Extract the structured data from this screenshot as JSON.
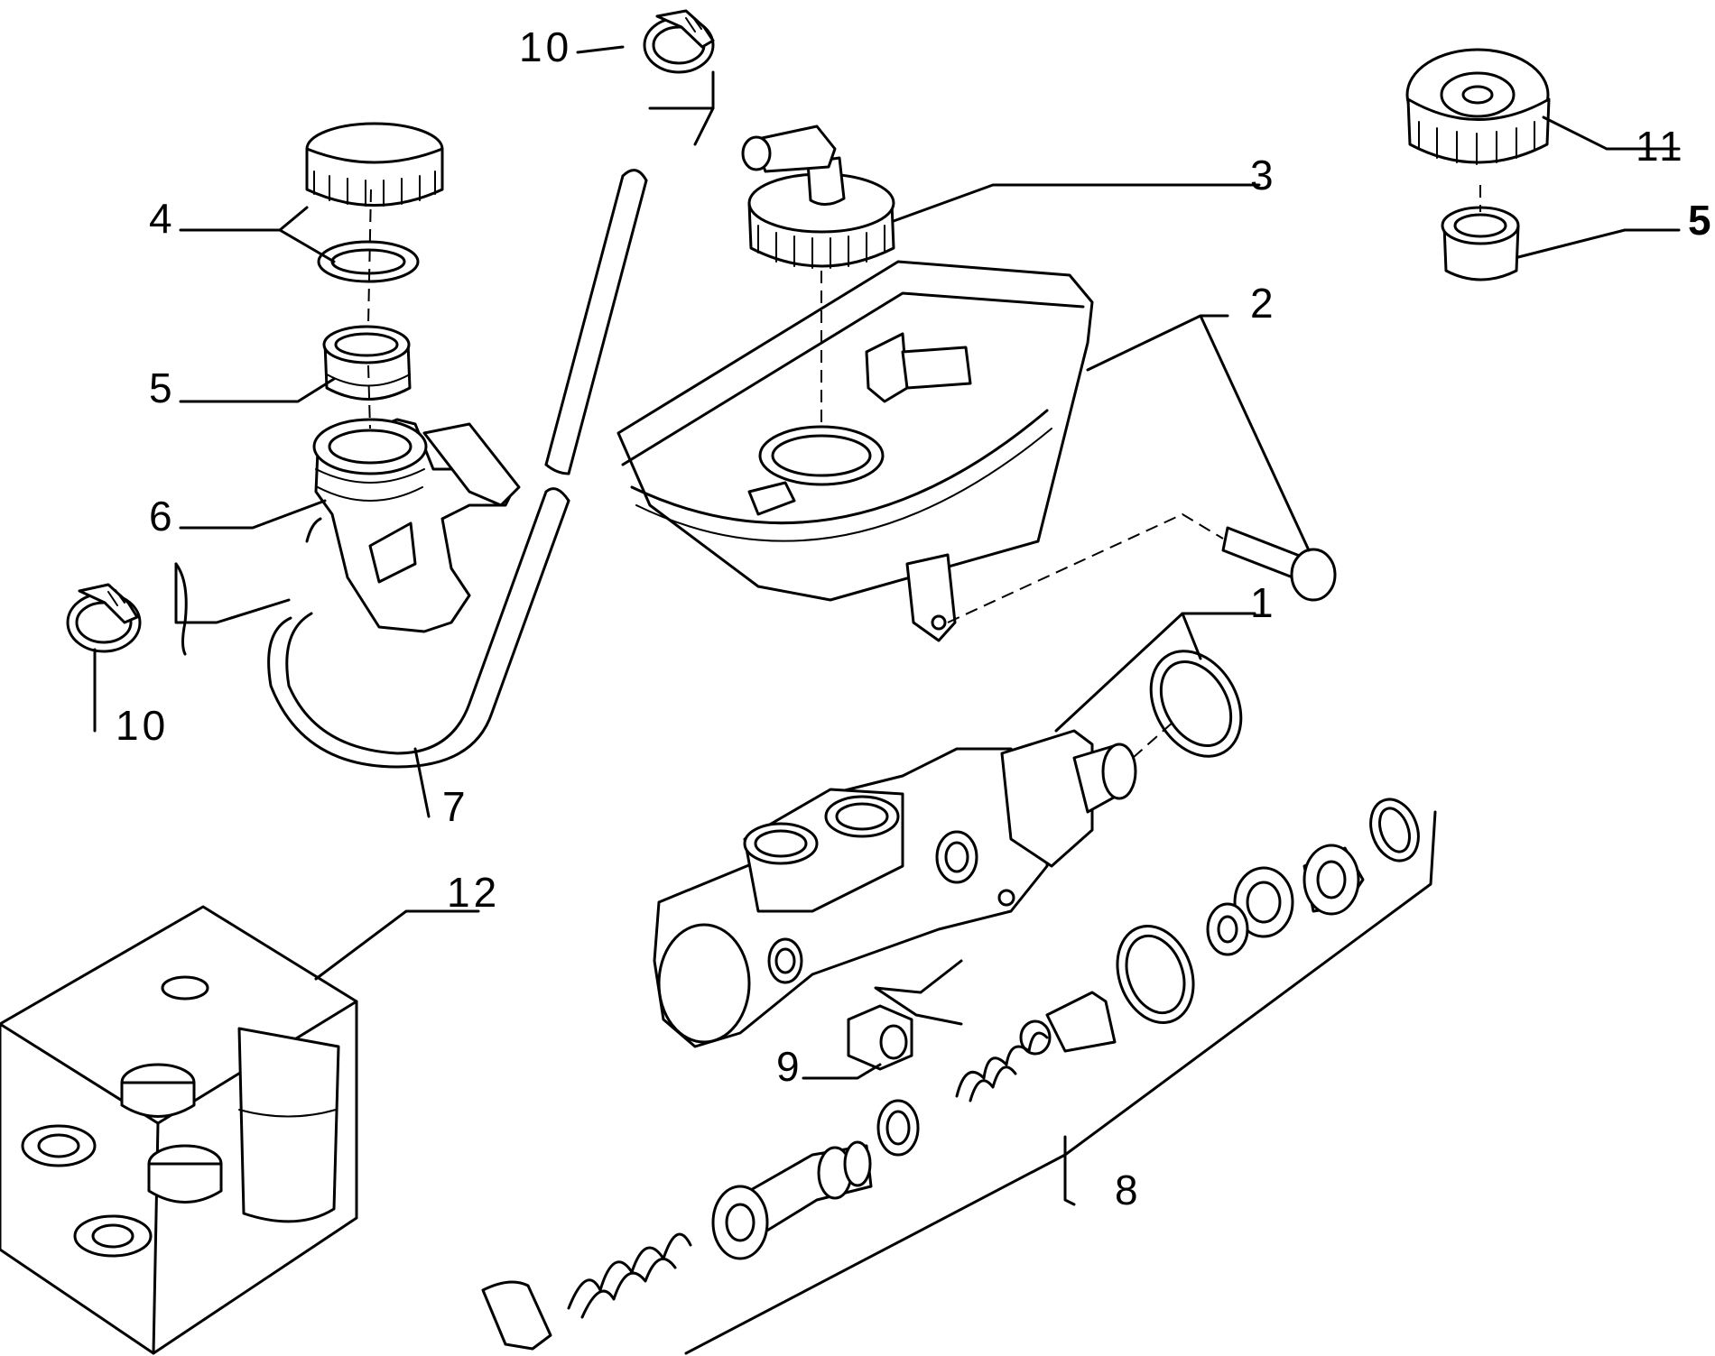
{
  "diagram": {
    "labels": {
      "p1": "1",
      "p2": "2",
      "p3": "3",
      "p4": "4",
      "p5_left": "5",
      "p5_right": "5",
      "p6": "6",
      "p7": "7",
      "p8": "8",
      "p9": "9",
      "p10_top": "10",
      "p10_left": "10",
      "p11": "11",
      "p12": "12"
    }
  }
}
